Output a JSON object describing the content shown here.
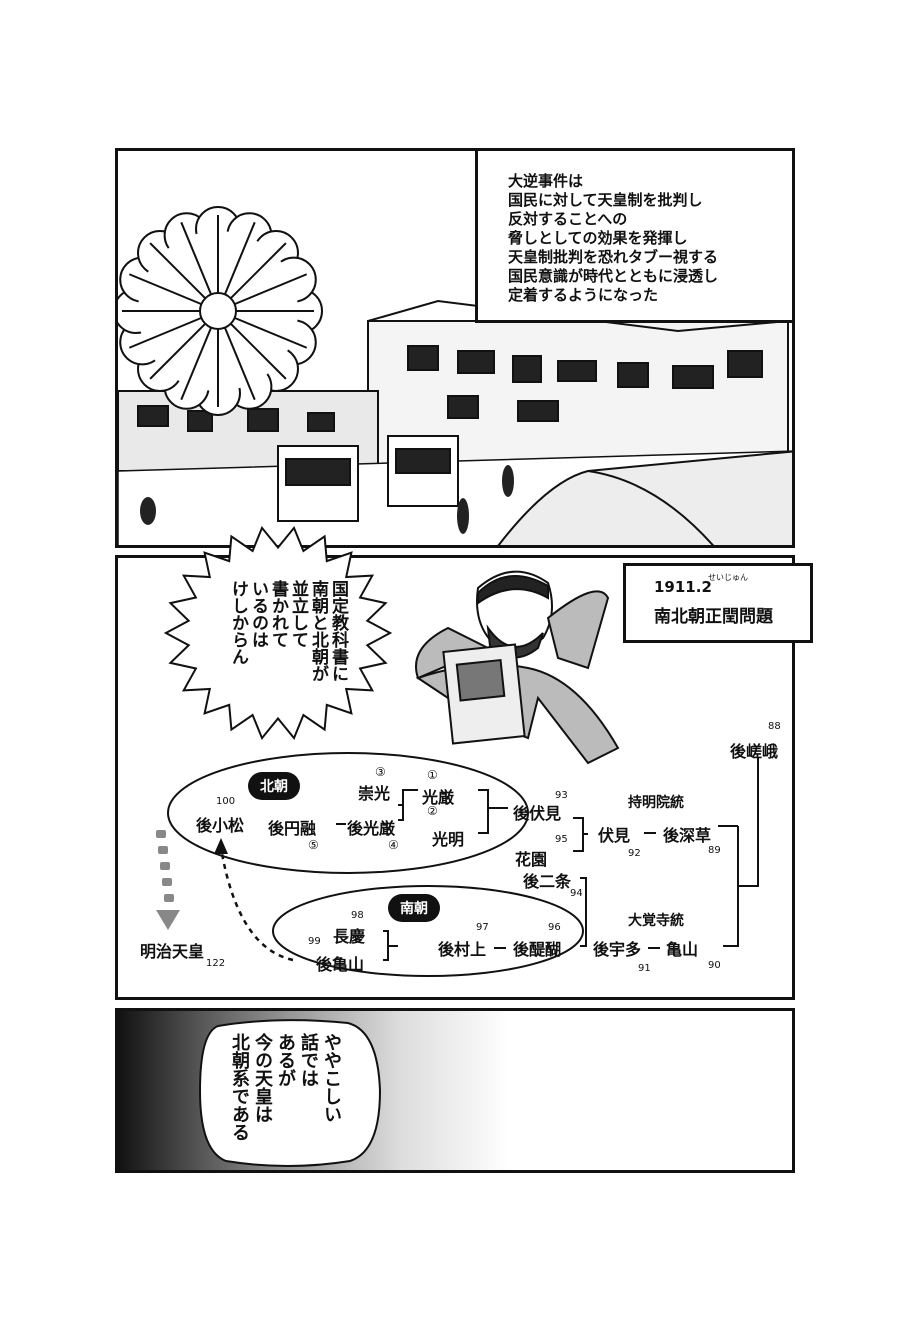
{
  "panel1": {
    "narration": "大逆事件は\n国民に対して天皇制を批判し\n反対することへの\n脅しとしての効果を発揮し\n天皇制批判を恐れタブー視する\n国民意識が時代とともに浸透し\n定着するようになった"
  },
  "panel2": {
    "caption_date": "1911.2",
    "caption_ruby": "せいじゅん",
    "caption_title": "南北朝正閏問題",
    "speech": "国定教科書に\n南朝と北朝が\n並立して\n書かれて\nいるのは\nけしからん",
    "tree": {
      "north_badge": "北朝",
      "south_badge": "南朝",
      "jimyoin": "持明院統",
      "daikakuji": "大覚寺統",
      "names": {
        "gosaga": "後嵯峨",
        "fushimi": "伏見",
        "gofukakusa": "後深草",
        "gouda": "後宇多",
        "kameyama": "亀山",
        "gofushimi": "後伏見",
        "hanazono": "花園",
        "gonijo": "後二条",
        "godaigo": "後醍醐",
        "gomurakami": "後村上",
        "chokei": "長慶",
        "gokameyama": "後亀山",
        "kogon": "光厳",
        "suko": "崇光",
        "komyo": "光明",
        "gokogon": "後光厳",
        "goenyu": "後円融",
        "gokomatsu": "後小松",
        "meiji": "明治天皇"
      },
      "numbers": {
        "gosaga": "88",
        "gofukakusa": "89",
        "kameyama": "90",
        "gouda": "91",
        "fushimi": "92",
        "gofushimi": "93",
        "gonijo": "94",
        "hanazono": "95",
        "godaigo": "96",
        "gomurakami": "97",
        "chokei": "98",
        "gokameyama": "99",
        "gokomatsu": "100",
        "meiji": "122"
      },
      "circled": {
        "c1": "①",
        "c2": "②",
        "c3": "③",
        "c4": "④",
        "c5": "⑤"
      }
    }
  },
  "panel3": {
    "speech": "ややこしい\n話では\nあるが\n今の天皇は\n北朝系である"
  }
}
